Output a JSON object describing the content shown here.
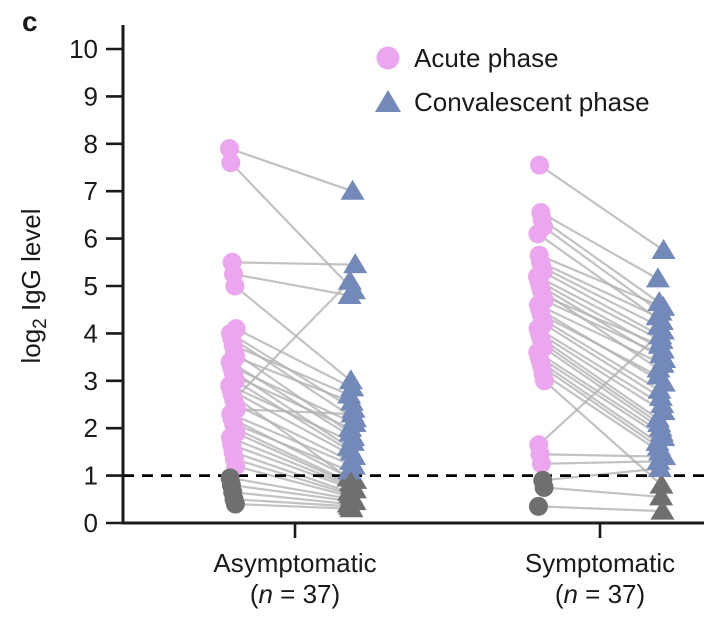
{
  "panel_label": "c",
  "chart_data": {
    "type": "scatter",
    "title": "",
    "ylabel": "log2 IgG level",
    "ylabel_parts": {
      "pre": "log",
      "sub": "2",
      "post": " IgG level"
    },
    "xlabel": "",
    "ylim": [
      0,
      10
    ],
    "yticks": [
      0,
      1,
      2,
      3,
      4,
      5,
      6,
      7,
      8,
      9,
      10
    ],
    "grid": false,
    "threshold_value": 1,
    "threshold_style": "dashed-black",
    "legend_position": "top-center",
    "legend": [
      {
        "label": "Acute phase",
        "marker": "circle",
        "color": "#eba6ef"
      },
      {
        "label": "Convalescent phase",
        "marker": "triangle",
        "color": "#7289b9"
      }
    ],
    "below_threshold_color": "#6f6f6f",
    "pair_line_color": "#b3b3b3",
    "series_note": "each pair = [acute_value, convalescent_value] in log2 IgG level units",
    "groups": [
      {
        "label": "Asymptomatic",
        "n_pre": "(",
        "n_var": "n",
        "n_post": " = 37)",
        "pairs": [
          [
            7.9,
            7.0
          ],
          [
            7.6,
            4.9
          ],
          [
            5.5,
            5.45
          ],
          [
            5.25,
            4.8
          ],
          [
            5.0,
            3.0
          ],
          [
            4.1,
            2.85
          ],
          [
            4.0,
            2.4
          ],
          [
            3.9,
            2.2
          ],
          [
            3.75,
            2.7
          ],
          [
            3.6,
            1.9
          ],
          [
            3.5,
            2.55
          ],
          [
            3.4,
            1.8
          ],
          [
            3.3,
            2.1
          ],
          [
            3.2,
            1.6
          ],
          [
            3.1,
            2.0
          ],
          [
            3.0,
            1.5
          ],
          [
            2.9,
            1.7
          ],
          [
            2.8,
            1.4
          ],
          [
            2.7,
            0.95
          ],
          [
            2.6,
            5.1
          ],
          [
            2.5,
            1.3
          ],
          [
            2.4,
            2.3
          ],
          [
            2.3,
            1.2
          ],
          [
            2.2,
            0.9
          ],
          [
            2.1,
            1.1
          ],
          [
            2.0,
            0.85
          ],
          [
            1.9,
            0.8
          ],
          [
            1.8,
            0.75
          ],
          [
            1.65,
            0.7
          ],
          [
            1.5,
            0.65
          ],
          [
            1.35,
            0.6
          ],
          [
            1.2,
            0.55
          ],
          [
            0.95,
            0.5
          ],
          [
            0.8,
            0.45
          ],
          [
            0.65,
            0.4
          ],
          [
            0.5,
            0.35
          ],
          [
            0.4,
            0.3
          ]
        ]
      },
      {
        "label": "Symptomatic",
        "n_pre": "(",
        "n_var": "n",
        "n_post": " = 37)",
        "pairs": [
          [
            7.55,
            5.75
          ],
          [
            6.55,
            5.15
          ],
          [
            6.4,
            4.65
          ],
          [
            6.25,
            4.45
          ],
          [
            6.1,
            4.25
          ],
          [
            5.65,
            4.55
          ],
          [
            5.5,
            4.35
          ],
          [
            5.4,
            4.15
          ],
          [
            5.3,
            3.95
          ],
          [
            5.2,
            3.85
          ],
          [
            5.1,
            3.65
          ],
          [
            5.0,
            3.45
          ],
          [
            4.9,
            3.25
          ],
          [
            4.8,
            3.75
          ],
          [
            4.7,
            3.55
          ],
          [
            4.6,
            3.35
          ],
          [
            4.5,
            2.95
          ],
          [
            4.4,
            3.1
          ],
          [
            4.3,
            2.8
          ],
          [
            4.2,
            2.65
          ],
          [
            4.1,
            2.5
          ],
          [
            4.0,
            2.35
          ],
          [
            3.9,
            2.2
          ],
          [
            3.8,
            2.1
          ],
          [
            3.7,
            2.0
          ],
          [
            3.6,
            1.9
          ],
          [
            3.5,
            1.8
          ],
          [
            3.4,
            1.7
          ],
          [
            3.3,
            1.6
          ],
          [
            3.15,
            1.5
          ],
          [
            3.0,
            0.8
          ],
          [
            1.65,
            4.05
          ],
          [
            1.45,
            1.4
          ],
          [
            1.25,
            1.3
          ],
          [
            0.9,
            1.15
          ],
          [
            0.75,
            0.55
          ],
          [
            0.35,
            0.25
          ]
        ]
      }
    ]
  }
}
